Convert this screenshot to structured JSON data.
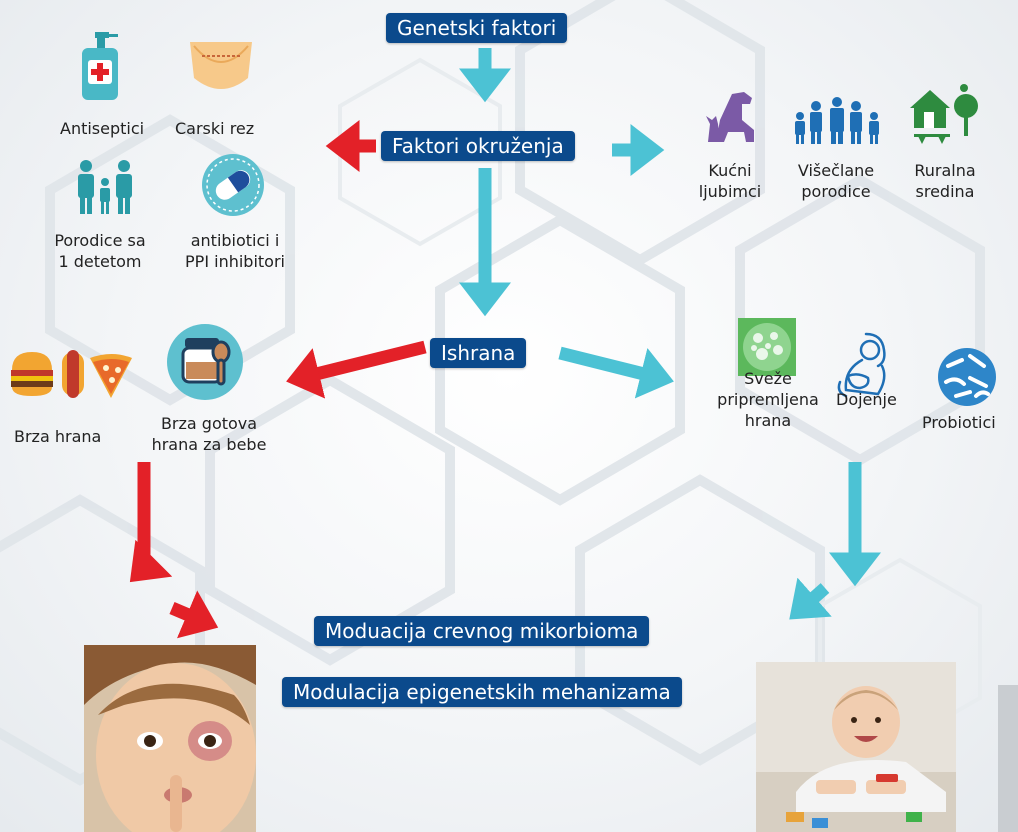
{
  "colors": {
    "box": "#0b4a8c",
    "arrow_positive": "#4cc2d4",
    "arrow_negative": "#e32128",
    "icon_teal": "#2a9ba6",
    "icon_purple": "#7b5aa6",
    "icon_green": "#2e8b3f",
    "icon_blue": "#1f6fb5"
  },
  "boxes": {
    "genetic": "Genetski faktori",
    "environment": "Faktori okruženja",
    "nutrition": "Ishrana",
    "microbiome": "Moduacija crevnog mikorbioma",
    "epigenetic": "Modulacija epigenetskih mehanizama"
  },
  "left_env": [
    {
      "icon": "hand-sanitizer-icon",
      "lines": [
        "Antiseptici"
      ]
    },
    {
      "icon": "c-section-icon",
      "lines": [
        "Carski rez"
      ]
    },
    {
      "icon": "family-one-child-icon",
      "lines": [
        "Porodice sa",
        "1 detetom"
      ]
    },
    {
      "icon": "capsule-icon",
      "lines": [
        "antibiotici i",
        "PPI inhibitori"
      ]
    }
  ],
  "right_env": [
    {
      "icon": "pets-icon",
      "lines": [
        "Kućni",
        "ljubimci"
      ]
    },
    {
      "icon": "large-family-icon",
      "lines": [
        "Višečlane",
        "porodice"
      ]
    },
    {
      "icon": "rural-house-icon",
      "lines": [
        "Ruralna",
        "sredina"
      ]
    }
  ],
  "left_food": [
    {
      "icon": "fast-food-icon",
      "lines": [
        "Brza hrana"
      ]
    },
    {
      "icon": "baby-food-jar-icon",
      "lines": [
        "Brza gotova",
        "hrana za bebe"
      ]
    }
  ],
  "right_food": [
    {
      "icon": "fresh-food-icon",
      "lines": [
        "Sveže",
        "pripremljena",
        "hrana"
      ]
    },
    {
      "icon": "breastfeeding-icon",
      "lines": [
        "Dojenje"
      ]
    },
    {
      "icon": "probiotics-icon",
      "lines": [
        "Probiotici"
      ]
    }
  ],
  "photos": {
    "left": "sick-child-photo",
    "right": "happy-baby-photo"
  }
}
